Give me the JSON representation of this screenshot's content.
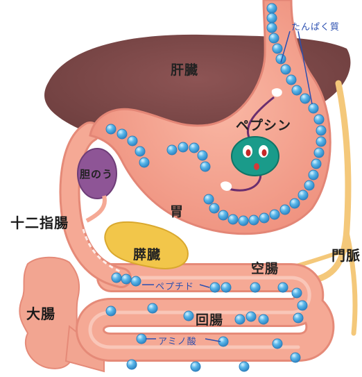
{
  "labels": {
    "liver": "肝臓",
    "stomach": "胃",
    "pepsin": "ペプシン",
    "gallbladder": "胆のう",
    "duodenum": "十二指腸",
    "pancreas": "膵臓",
    "jejunum": "空腸",
    "ileum": "回腸",
    "large_intestine": "大腸",
    "portal_vein": "門脈",
    "protein": "たんぱく質",
    "peptide": "ペプチド",
    "amino_acid": "アミノ酸"
  },
  "colors": {
    "liver": "#7d4848",
    "organ_pink": "#f4a08e",
    "organ_outline": "#e38676",
    "gallbladder": "#8e5596",
    "pancreas": "#f2c64a",
    "portal_vein": "#f4c87a",
    "bead_blue": "#4aa8de",
    "bead_highlight": "#cfeeff",
    "enzyme_green": "#1a9b8a",
    "label_blue": "#2b4fb0"
  }
}
